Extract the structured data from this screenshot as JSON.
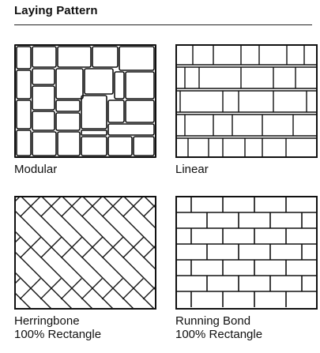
{
  "section": {
    "title": "Laying Pattern"
  },
  "patterns": [
    {
      "icon": "modular-pattern-icon",
      "label": "Modular",
      "sublabel": ""
    },
    {
      "icon": "linear-pattern-icon",
      "label": "Linear",
      "sublabel": ""
    },
    {
      "icon": "herringbone-pattern-icon",
      "label": "Herringbone",
      "sublabel": "100% Rectangle"
    },
    {
      "icon": "running-bond-pattern-icon",
      "label": "Running Bond",
      "sublabel": "100% Rectangle"
    }
  ]
}
